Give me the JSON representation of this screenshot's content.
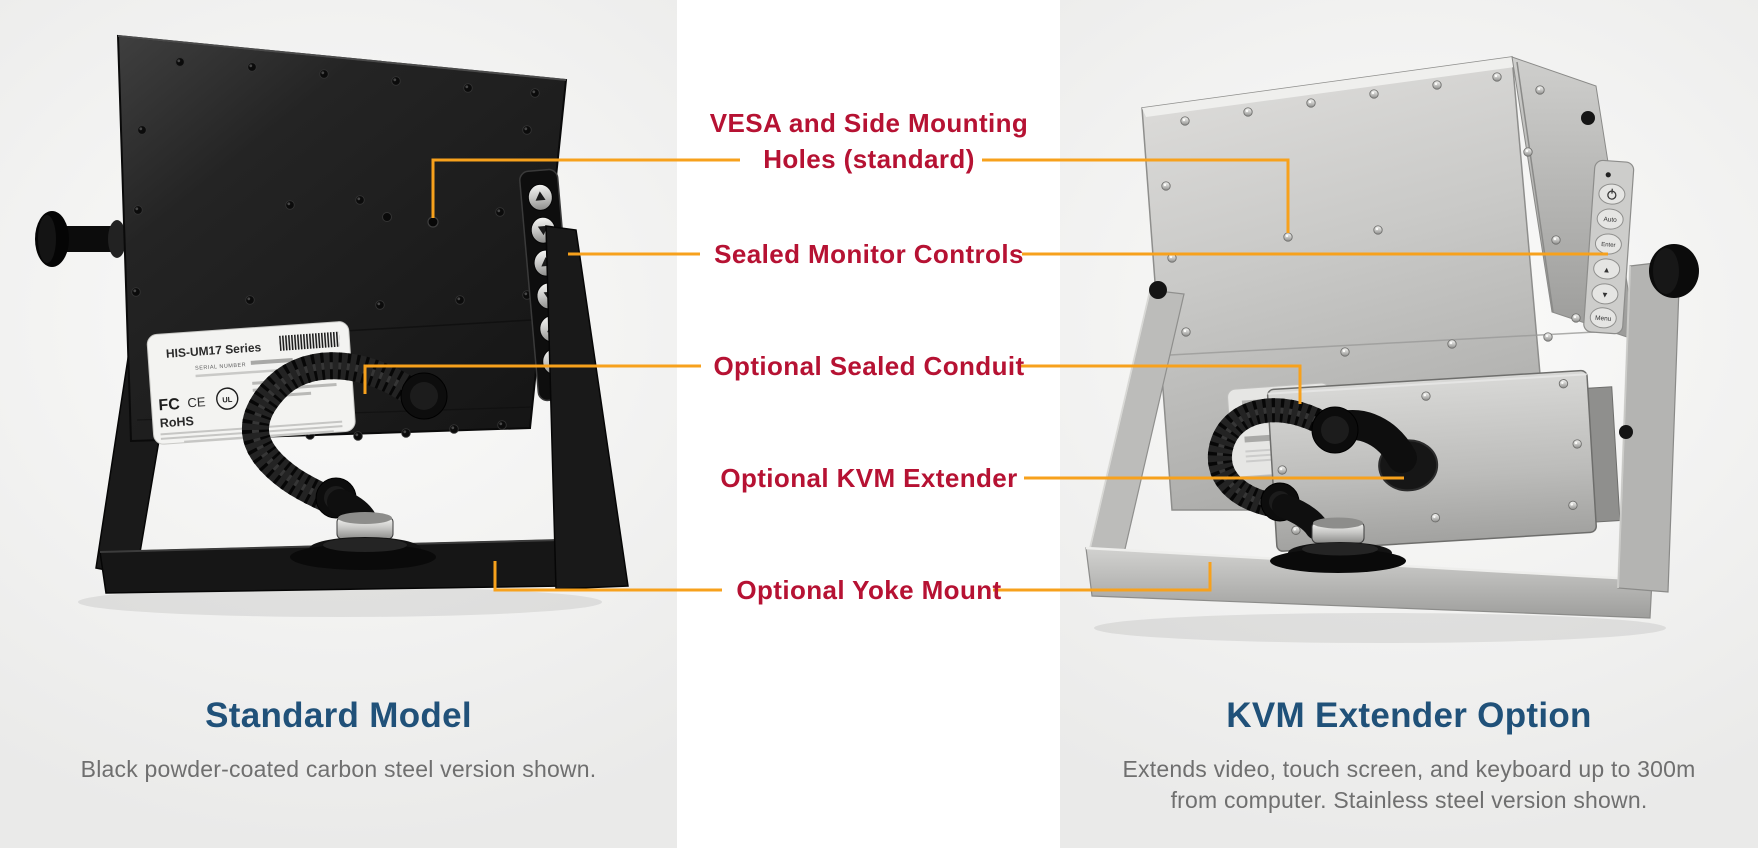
{
  "colors": {
    "label_red": "#b61233",
    "connector_orange": "#f7a11c",
    "heading_blue": "#205179",
    "body_gray": "#6f6f6f"
  },
  "callouts": [
    {
      "id": "vesa",
      "label": "VESA and Side Mounting Holes (standard)"
    },
    {
      "id": "controls",
      "label": "Sealed Monitor Controls"
    },
    {
      "id": "conduit",
      "label": "Optional Sealed Conduit"
    },
    {
      "id": "kvm",
      "label": "Optional KVM Extender"
    },
    {
      "id": "yoke",
      "label": "Optional Yoke Mount"
    }
  ],
  "left_panel": {
    "caption_title": "Standard Model",
    "caption_text": "Black powder-coated carbon steel version shown."
  },
  "right_panel": {
    "caption_title": "KVM Extender Option",
    "caption_text": "Extends video, touch screen, and keyboard up to 300m from computer. Stainless steel version shown."
  },
  "left_monitor": {
    "label_plate": {
      "series": "HIS-UM17 Series",
      "serial_label": "SERIAL NUMBER",
      "cert_fcc": "FC",
      "cert_ce": "CE",
      "cert_ul": "UL",
      "cert_rohs": "RoHS"
    }
  },
  "right_monitor": {
    "power_button_icon": "power-symbol",
    "controls": [
      "Auto",
      "Enter",
      "▲",
      "▼",
      "Menu"
    ]
  }
}
